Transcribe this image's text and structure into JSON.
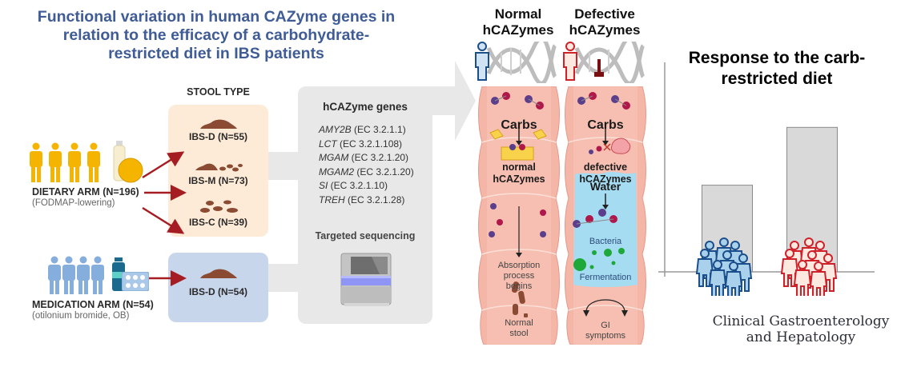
{
  "title": "Functional variation in human CAZyme genes in relation to the efficacy of a carbohydrate-restricted diet in IBS patients",
  "title_lines": [
    "Functional variation in human CAZyme genes in",
    "relation to the efficacy of a carbohydrate-",
    "restricted diet in IBS patients"
  ],
  "colors": {
    "title": "#3f5c97",
    "dietary_people": "#f5b400",
    "medication_people": "#86aedd",
    "arrow": "#a51d22",
    "stool": "#8a4b32",
    "orange_box": "#fdebd7",
    "blue_box": "#c8d6ec",
    "gene_box": "#e8e8e8",
    "normal_group": "#1b4f8c",
    "defective_group": "#d0202a"
  },
  "dietary_arm": {
    "label": "DIETARY ARM (N=196)",
    "sublabel": "(FODMAP-lowering)",
    "icons": [
      "people-icon",
      "bottle-icon",
      "orange-icon"
    ]
  },
  "medication_arm": {
    "label": "MEDICATION ARM (N=54)",
    "sublabel": "(otilonium bromide, OB)",
    "icons": [
      "people-icon",
      "medicine-bottle-icon",
      "pill-blister-icon"
    ]
  },
  "stool_type": {
    "heading": "STOOL TYPE",
    "dietary": [
      {
        "label": "IBS-D (N=55)"
      },
      {
        "label": "IBS-M (N=73)"
      },
      {
        "label": "IBS-C (N=39)"
      }
    ],
    "medication": [
      {
        "label": "IBS-D (N=54)"
      }
    ]
  },
  "genes": {
    "heading": "hCAZyme genes",
    "items": [
      {
        "gene": "AMY2B",
        "ec": " (EC 3.2.1.1)"
      },
      {
        "gene": "LCT",
        "ec": " (EC 3.2.1.108)"
      },
      {
        "gene": "MGAM",
        "ec": " (EC 3.2.1.20)"
      },
      {
        "gene": "MGAM2",
        "ec": " (EC 3.2.1.20)"
      },
      {
        "gene": "SI",
        "ec": " (EC 3.2.1.10)"
      },
      {
        "gene": "TREH",
        "ec": " (EC 3.2.1.28)"
      }
    ],
    "method": "Targeted sequencing"
  },
  "normal": {
    "heading_1": "Normal",
    "heading_2": "hCAZymes",
    "carbs": "Carbs",
    "enzyme_1": "normal",
    "enzyme_2": "hCAZymes",
    "absorption_1": "Absorption",
    "absorption_2": "process",
    "absorption_3": "begins",
    "stool_1": "Normal",
    "stool_2": "stool"
  },
  "defective": {
    "heading_1": "Defective",
    "heading_2": "hCAZymes",
    "carbs": "Carbs",
    "enzyme_1": "defective",
    "enzyme_2": "hCAZymes",
    "water": "Water",
    "bacteria": "Bacteria",
    "fermentation": "Fermentation",
    "gi_1": "GI",
    "gi_2": "symptoms"
  },
  "chart_data": {
    "type": "bar",
    "title": "Response to the carb-restricted diet",
    "categories": [
      "Normal hCAZymes",
      "Defective hCAZymes"
    ],
    "values": [
      0.6,
      1.0
    ],
    "value_note": "relative response (no numeric axis shown)",
    "xlabel": "",
    "ylabel": "",
    "ylim": [
      0,
      1.45
    ],
    "grid": false,
    "legend": "none",
    "bar_color": "#d9d9d9",
    "group_icons": [
      "people-group-blue",
      "people-group-red"
    ]
  },
  "journal": {
    "line_1": "Clinical Gastroenterology",
    "line_2": "and Hepatology"
  }
}
